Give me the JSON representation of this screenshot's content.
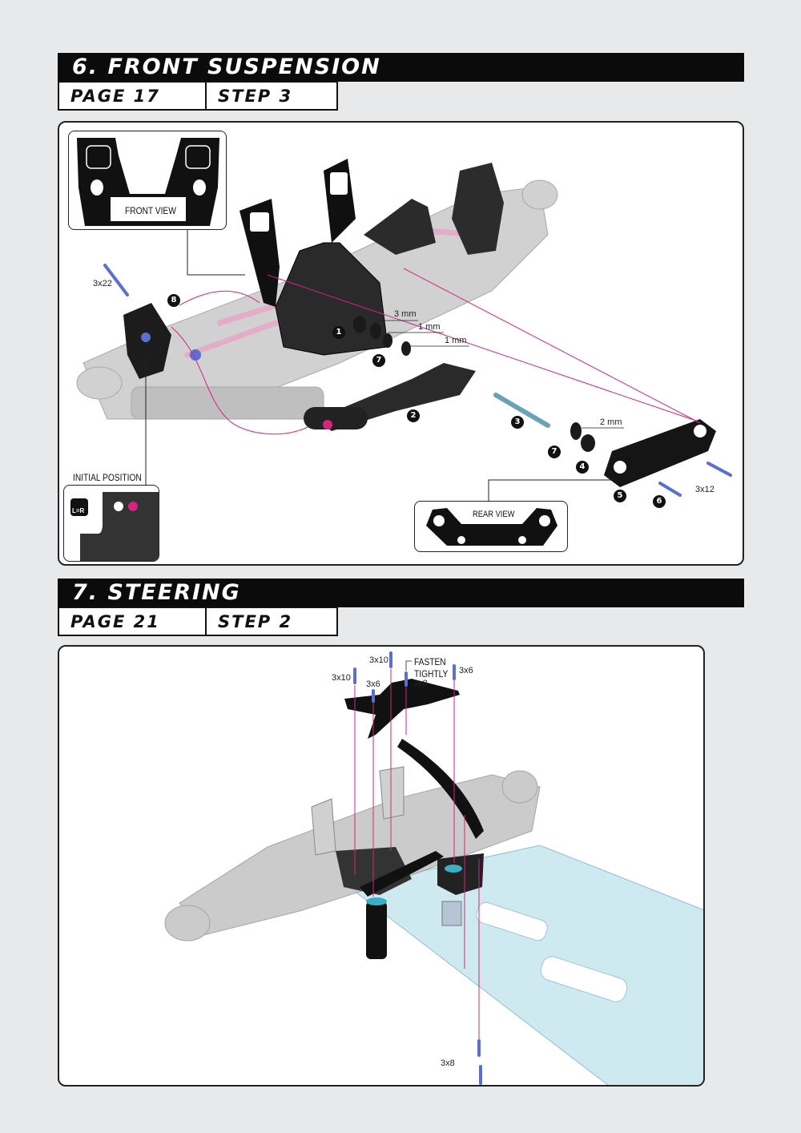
{
  "section6": {
    "title": "6. FRONT SUSPENSION",
    "page": "PAGE 17",
    "step": "STEP 3",
    "labels": {
      "front_view": "FRONT VIEW",
      "initial_position": "INITIAL POSITION",
      "lr": "L=R",
      "rear_view": "REAR VIEW",
      "screw_3x22": "3x22",
      "screw_3x12": "3x12",
      "shim_3mm": "3 mm",
      "shim_1mm_a": "1 mm",
      "shim_1mm_b": "1 mm",
      "shim_2mm": "2 mm"
    },
    "badges": {
      "b1": "1",
      "b2": "2",
      "b3": "3",
      "b4": "4",
      "b5": "5",
      "b6": "6",
      "b7a": "7",
      "b7b": "7",
      "b8": "8"
    }
  },
  "section7": {
    "title": "7. STEERING",
    "page": "PAGE 21",
    "step": "STEP 2",
    "labels": {
      "screw_3x10_a": "3x10",
      "screw_3x10_b": "3x10",
      "screw_3x6_a": "3x6",
      "screw_3x6_b": "3x6",
      "screw_3x8_a": "3x8",
      "screw_3x8_b": "3x8",
      "fasten": "FASTEN",
      "tightly": "TIGHTLY"
    }
  },
  "colors": {
    "accent_magenta": "#d6237f",
    "screw_blue": "#5a6fd0",
    "chassis_blue": "#cfe9f1",
    "part_black": "#151515",
    "ghost_gray": "#c4c4c4"
  }
}
